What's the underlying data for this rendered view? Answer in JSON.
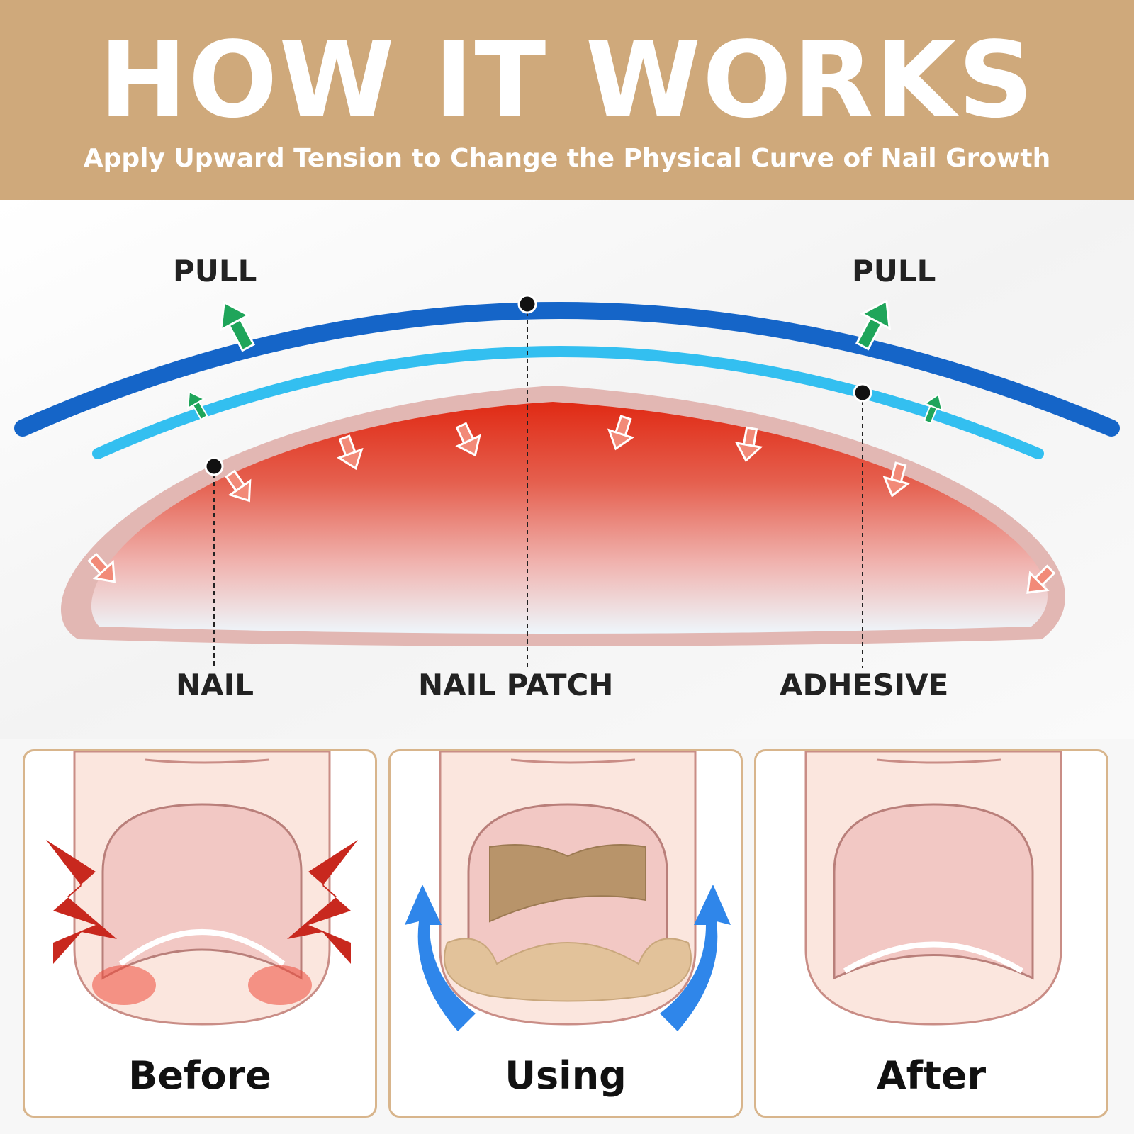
{
  "header": {
    "title": "HOW IT WORKS",
    "subtitle": "Apply Upward Tension to Change the Physical Curve of Nail Growth"
  },
  "diagram": {
    "pull_left": "PULL",
    "pull_right": "PULL",
    "label_nail": "NAIL",
    "label_patch": "NAIL PATCH",
    "label_adhesive": "ADHESIVE",
    "colors": {
      "patch_arc": "#1565c8",
      "adhesive_arc": "#33bff0",
      "nail_red": "#e02a14",
      "pull_arrow": "#1fa55a",
      "pressure_arrow": "#f28a78"
    }
  },
  "panels": [
    {
      "caption": "Before"
    },
    {
      "caption": "Using"
    },
    {
      "caption": "After"
    }
  ]
}
